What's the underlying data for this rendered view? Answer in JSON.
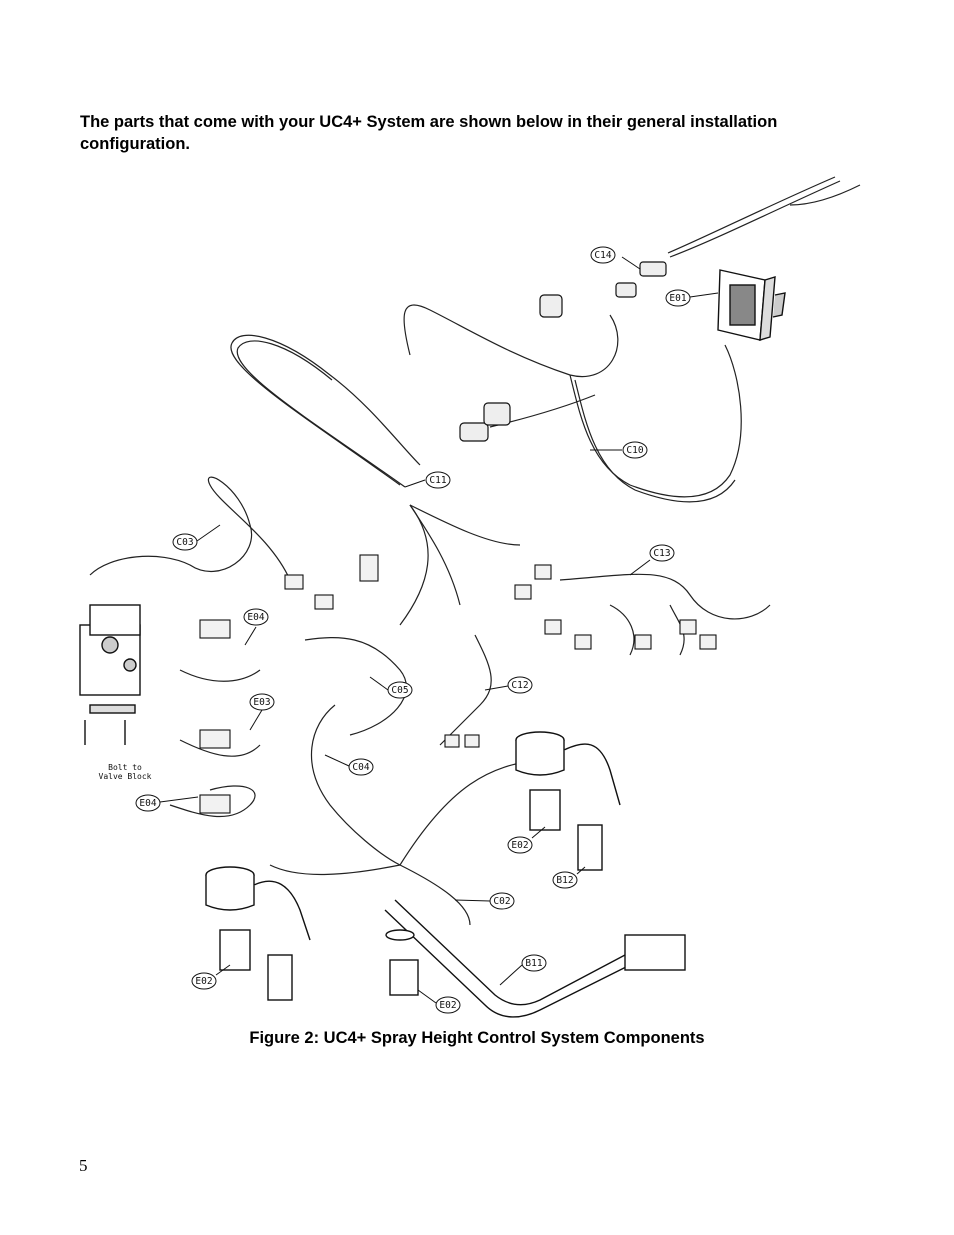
{
  "intro_text": "The parts that come with your UC4+ System are shown below in their general installation configuration.",
  "figure": {
    "caption": "Figure 2: UC4+ Spray Height Control System Components",
    "callouts": {
      "c14": "C14",
      "e01": "E01",
      "c10": "C10",
      "c11": "C11",
      "c03": "C03",
      "c13": "C13",
      "e04_top": "E04",
      "c12": "C12",
      "c05": "C05",
      "e03": "E03",
      "c04": "C04",
      "e04_bottom": "E04",
      "e02_right": "E02",
      "b12": "B12",
      "c02": "C02",
      "b11": "B11",
      "e02_left": "E02",
      "e02_bottom": "E02"
    },
    "valve_note_line1": "Bolt to",
    "valve_note_line2": "Valve Block"
  },
  "page_number": "5"
}
